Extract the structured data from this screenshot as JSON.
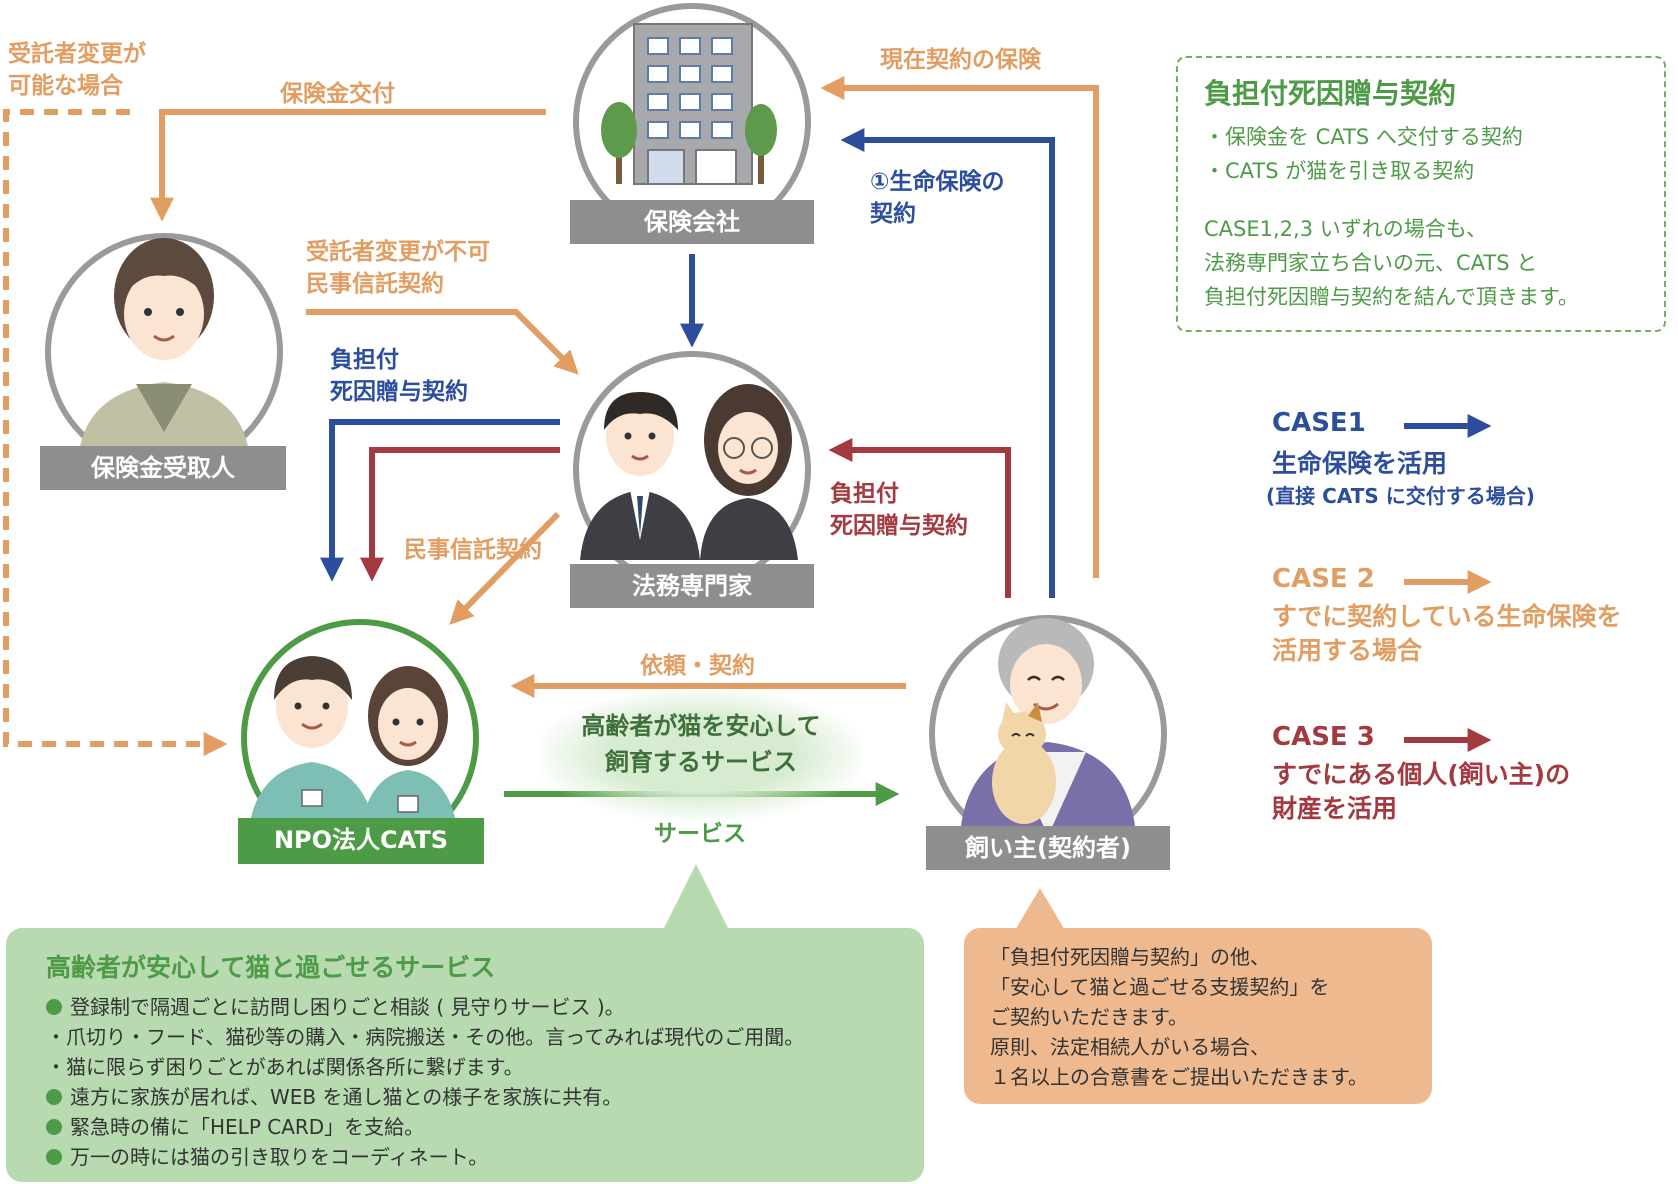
{
  "nodes": {
    "insurer": "保険会社",
    "beneficiary": "保険金受取人",
    "legal": "法務専門家",
    "cats": "NPO法人CATS",
    "owner": "飼い主(契約者)"
  },
  "labels": {
    "trustee_possible": "受託者変更が\n可能な場合",
    "payout": "保険金交付",
    "current_insurance": "現在契約の保険",
    "life_contract": "①生命保険の\n契約",
    "trustee_impossible": "受託者変更が不可\n民事信託契約",
    "burden_gift_blue": "負担付\n死因贈与契約",
    "civil_trust": "民事信託契約",
    "burden_gift_red": "負担付\n死因贈与契約",
    "request": "依頼・契約",
    "service": "サービス",
    "center_note": "高齢者が猫を安心して\n飼育するサービス"
  },
  "legend": {
    "title": "負担付死因贈与契約",
    "line1": "・保険金を CATS へ交付する契約\n・CATS が猫を引き取る契約",
    "line2": "CASE1,2,3 いずれの場合も、\n法務専門家立ち合いの元、CATS と\n負担付死因贈与契約を結んで頂きます。"
  },
  "cases": {
    "case1_title": "CASE1",
    "case1_desc": "生命保険を活用",
    "case1_note": "(直接 CATS に交付する場合)",
    "case2_title": "CASE 2",
    "case2_desc": "すでに契約している生命保険を\n活用する場合",
    "case3_title": "CASE 3",
    "case3_desc": "すでにある個人(飼い主)の\n財産を活用"
  },
  "service_panel": {
    "title": "高齢者が安心して猫と過ごせるサービス",
    "items": [
      "登録制で隔週ごとに訪問し困りごと相談 ( 見守りサービス )。",
      "・爪切り・フード、猫砂等の購入・病院搬送・その他。言ってみれば現代のご用聞。",
      "・猫に限らず困りごとがあれば関係各所に繋げます。",
      "遠方に家族が居れば、WEB を通し猫との様子を家族に共有。",
      "緊急時の備に「HELP CARD」を支給。",
      "万一の時には猫の引き取りをコーディネート。"
    ]
  },
  "owner_panel": {
    "text": "「負担付死因贈与契約」の他、\n「安心して猫と過ごせる支援契約」を\nご契約いただきます。\n原則、法定相続人がいる場合、\n１名以上の合意書をご提出いただきます。"
  },
  "colors": {
    "orange": "#E29E62",
    "blue": "#2D4E9D",
    "red": "#A23A40",
    "green": "#4E9B47",
    "gray": "#8E8E8E"
  }
}
